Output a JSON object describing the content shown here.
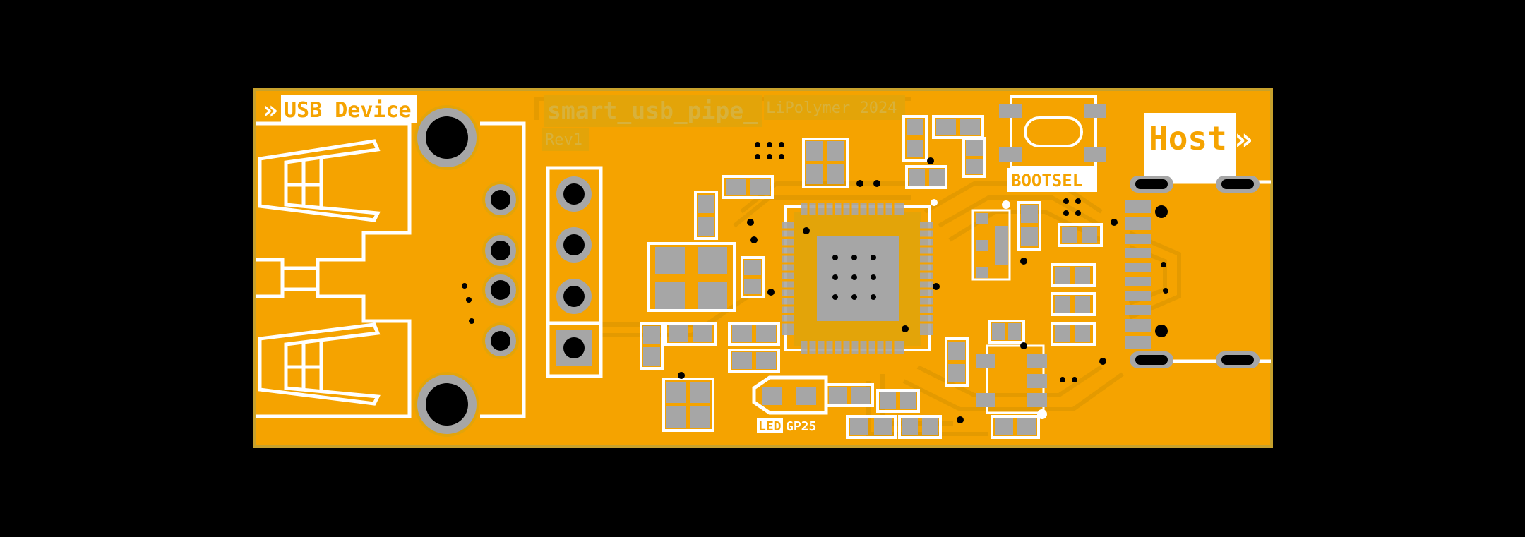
{
  "colors": {
    "background": "#000000",
    "board": "#f5a300",
    "board_edge": "#c7a12c",
    "silk": "#ffffff",
    "pad": "#a6a6a6",
    "hole": "#000000",
    "faint_text": "#d9b23a",
    "trace": "#e8a000"
  },
  "labels": {
    "usb_device": "USB Device",
    "usb_device_arrow": "»",
    "project_name": "smart_usb_pipe_",
    "author_year": "LiPolymer 2024",
    "revision": "Rev1",
    "bootsel": "BOOTSEL",
    "host": "Host",
    "host_arrow": "»",
    "led": "LED",
    "gp25": "GP25"
  },
  "icons": {
    "usb_a_receptacle": "usb-a-receptacle-icon",
    "pin_header": "pin-header-icon",
    "microcontroller": "qfn-chip-icon",
    "usb_c_connector": "usb-c-connector-icon",
    "push_button": "tactile-switch-icon"
  }
}
